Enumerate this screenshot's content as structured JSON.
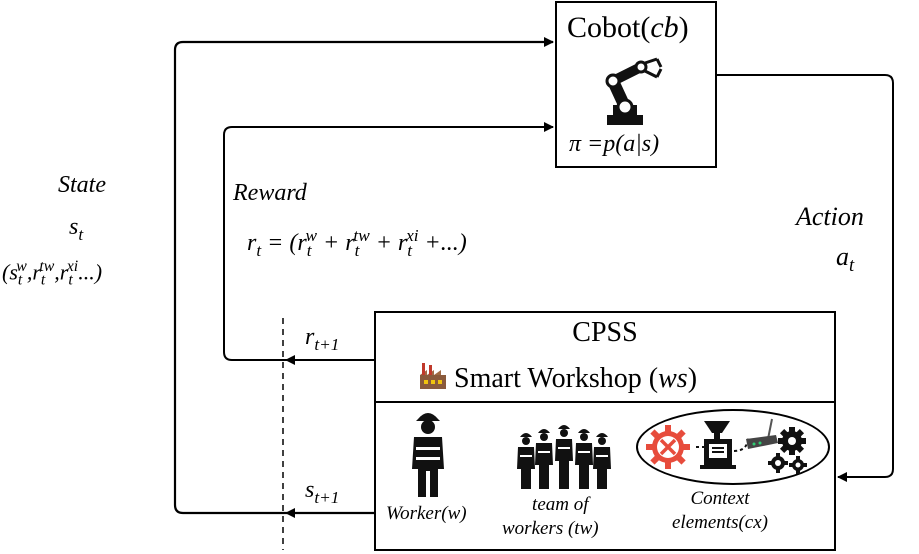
{
  "cobot": {
    "title": "Cobot(",
    "title_var": "cb",
    "title_close": ")",
    "policy": "π =p(a|s)"
  },
  "state": {
    "label": "State",
    "symbol": "s",
    "symbol_sub": "t",
    "tuple": {
      "open": "(s",
      "s_sub": "t",
      "s_sup": "w",
      "r1": ",r",
      "r1_sub": "t",
      "r1_sup": "tw",
      "r2": ",r",
      "r2_sub": "t",
      "r2_sup": "xi",
      "close": "...)"
    }
  },
  "reward": {
    "label": "Reward",
    "formula": {
      "lhs": "r",
      "lhs_sub": "t",
      "eq": " = (r",
      "t1_sub": "t",
      "t1_sup": "w",
      "plus1": " + r",
      "t2_sub": "t",
      "t2_sup": "tw",
      "plus2": " + r",
      "t3_sub": "t",
      "t3_sup": "xi",
      "tail": " +...)"
    },
    "next": "r",
    "next_sub": "t+1"
  },
  "action": {
    "label": "Action",
    "symbol": "a",
    "symbol_sub": "t"
  },
  "next_state": {
    "symbol": "s",
    "symbol_sub": "t+1"
  },
  "cpss": {
    "title": "CPSS",
    "subtitle": "Smart Workshop (",
    "subtitle_var": "ws",
    "subtitle_close": ")",
    "worker_label": "Worker(w)",
    "team_label_1": "team of",
    "team_label_2": "workers (tw)",
    "context_label_1": "Context",
    "context_label_2": "elements(cx)"
  },
  "icons": [
    "robot-arm-icon",
    "factory-icon",
    "worker-icon",
    "team-icon",
    "gear-wrench-icon",
    "machine-icon",
    "router-icon",
    "gears-icon"
  ]
}
